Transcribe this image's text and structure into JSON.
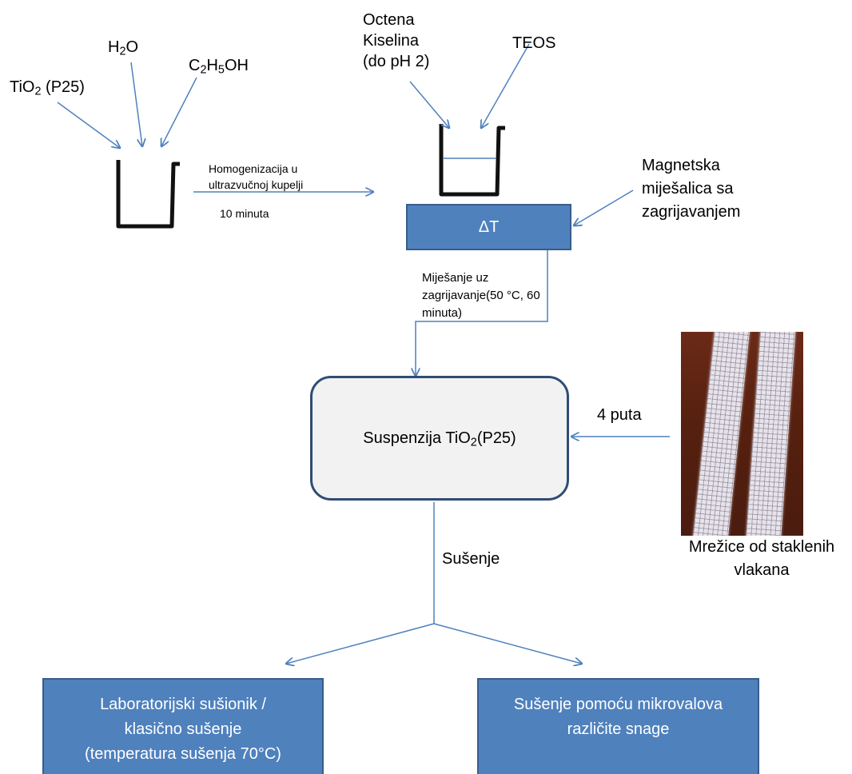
{
  "reagents_left": {
    "tio2_base": "TiO",
    "tio2_sub": "2",
    "tio2_suffix": " (P25)",
    "water_a": "H",
    "water_sub": "2",
    "water_b": "O",
    "ethanol_a": "C",
    "ethanol_sub1": "2",
    "ethanol_b": "H",
    "ethanol_sub2": "5",
    "ethanol_c": "OH"
  },
  "reagents_right": {
    "acid_line1": "Octena",
    "acid_line2": "Kiselina",
    "acid_line3": "(do pH 2)",
    "teos": "TEOS"
  },
  "step_homogenization": {
    "line1": "Homogenizacija u",
    "line2": "ultrazvučnoj kupelji",
    "line3": "10 minuta"
  },
  "heater": {
    "label": "ΔT"
  },
  "magnetic_stirrer": {
    "line1": "Magnetska",
    "line2": "miješalica sa",
    "line3": "zagrijavanjem"
  },
  "step_stirring": {
    "line1": "Miješanje uz",
    "line2": "zagrijavanje(50 °C, 60",
    "line3": "minuta)"
  },
  "suspension": {
    "label_a": "Suspenzija TiO",
    "label_sub": "2",
    "label_b": "(P25)"
  },
  "repeat_label": "4 puta",
  "photo_caption": {
    "line1": "Mrežice od staklenih",
    "line2": "vlakana"
  },
  "drying_label": "Sušenje",
  "outputs": {
    "left_line1": "Laboratorijski sušionik /",
    "left_line2": "klasično sušenje",
    "left_line3": "(temperatura sušenja 70°C)",
    "right_line1": "Sušenje pomoću mikrovalova",
    "right_line2": "različite snage"
  },
  "colors": {
    "arrow": "#4f81bd",
    "box_fill": "#4f81bd",
    "box_border": "#385d8a",
    "suspension_fill": "#f2f2f2",
    "suspension_border": "#2f4d75",
    "beaker": "#111111"
  }
}
